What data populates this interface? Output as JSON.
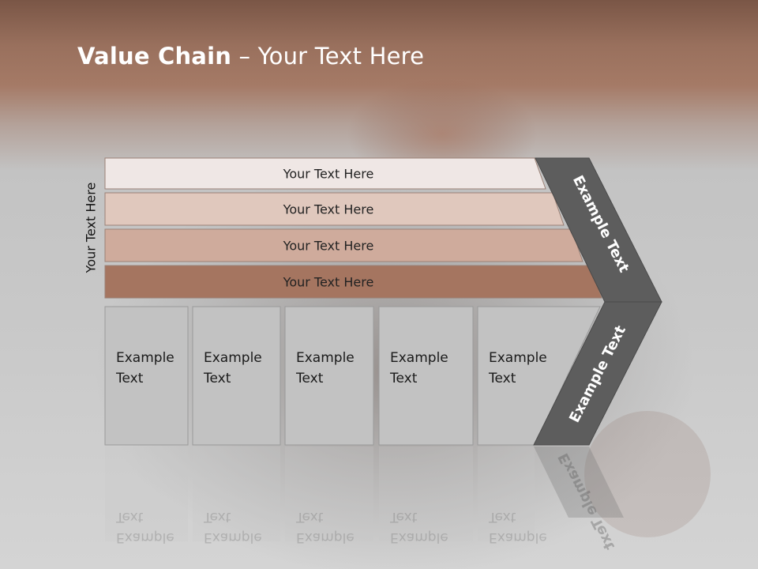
{
  "slide": {
    "title_bold": "Value Chain",
    "title_rest": " – Your Text Here",
    "side_label": "Your Text Here"
  },
  "rows": [
    {
      "label": "Your Text Here",
      "color": "#efe7e5"
    },
    {
      "label": "Your Text Here",
      "color": "#e0c8bd"
    },
    {
      "label": "Your Text Here",
      "color": "#cfab9c"
    },
    {
      "label": "Your Text Here",
      "color": "#a57560"
    }
  ],
  "columns": [
    {
      "line1": "Example",
      "line2": "Text"
    },
    {
      "line1": "Example",
      "line2": "Text"
    },
    {
      "line1": "Example",
      "line2": "Text"
    },
    {
      "line1": "Example",
      "line2": "Text"
    },
    {
      "line1": "Example",
      "line2": "Text"
    }
  ],
  "chevron": {
    "upper_label": "Example Text",
    "lower_label": "Example Text",
    "color": "#5d5d5d"
  },
  "colors": {
    "column_fill": "#c2c2c2",
    "column_border": "#9a9a9a"
  }
}
